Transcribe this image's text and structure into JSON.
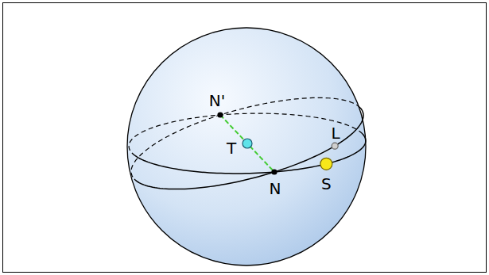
{
  "diagram": {
    "labels": [
      "N'",
      "T",
      "L",
      "N",
      "S"
    ]
  }
}
